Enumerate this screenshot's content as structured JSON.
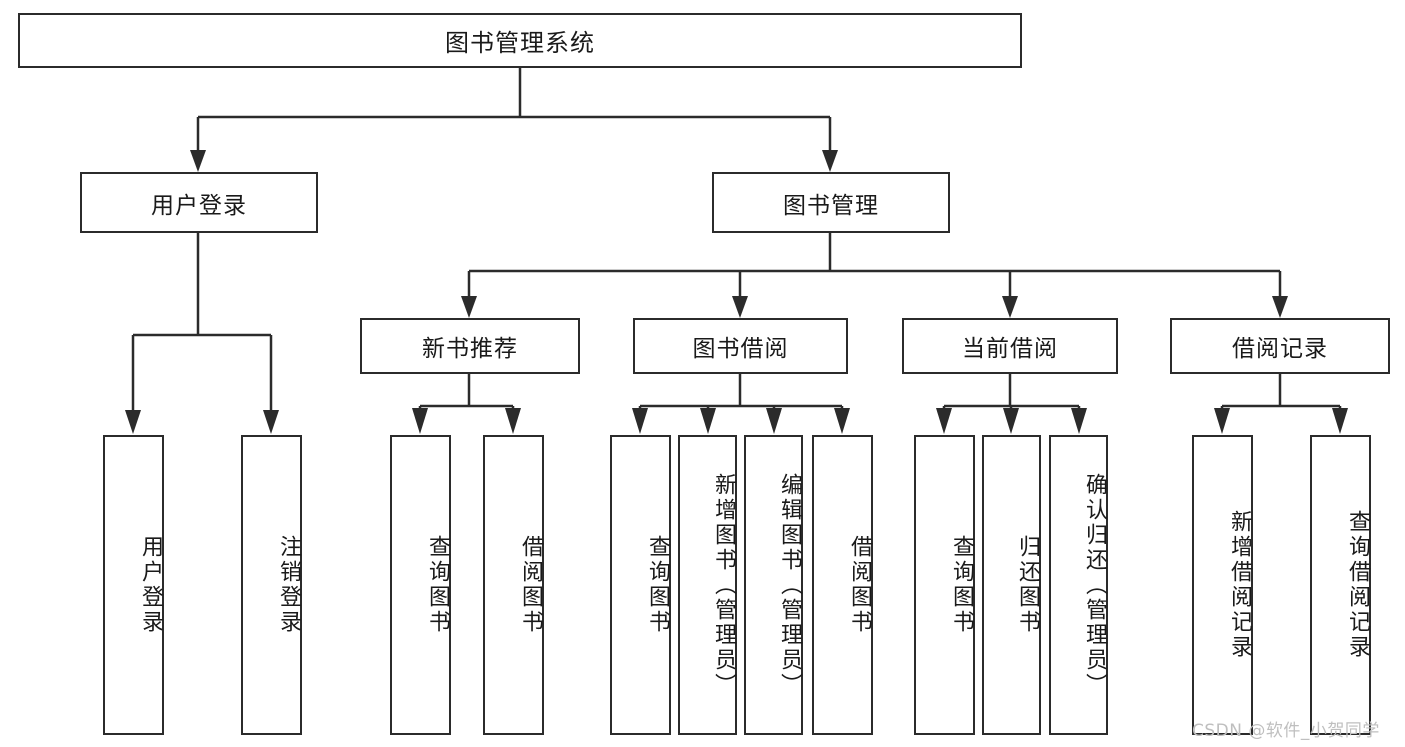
{
  "diagram": {
    "title": "图书管理系统",
    "type": "tree-hierarchy",
    "watermark": "CSDN @软件_小贺同学",
    "root": {
      "label": "图书管理系统"
    },
    "level2": [
      {
        "label": "用户登录"
      },
      {
        "label": "图书管理"
      }
    ],
    "level3": [
      {
        "label": "新书推荐"
      },
      {
        "label": "图书借阅"
      },
      {
        "label": "当前借阅"
      },
      {
        "label": "借阅记录"
      }
    ],
    "leaves": {
      "user_login": [
        {
          "label": "用户登录"
        },
        {
          "label": "注销登录"
        }
      ],
      "new_book_recommend": [
        {
          "label": "查询图书"
        },
        {
          "label": "借阅图书"
        }
      ],
      "book_borrow": [
        {
          "label": "查询图书"
        },
        {
          "label": "新增图书（管理员）"
        },
        {
          "label": "编辑图书（管理员）"
        },
        {
          "label": "借阅图书"
        }
      ],
      "current_borrow": [
        {
          "label": "查询图书"
        },
        {
          "label": "归还图书"
        },
        {
          "label": "确认归还（管理员）"
        }
      ],
      "borrow_records": [
        {
          "label": "新增借阅记录"
        },
        {
          "label": "查询借阅记录"
        }
      ]
    },
    "colors": {
      "stroke": "#2b2b2b",
      "fill": "#ffffff",
      "text": "#1a1a1a",
      "watermark": "#bfbfbf"
    }
  }
}
